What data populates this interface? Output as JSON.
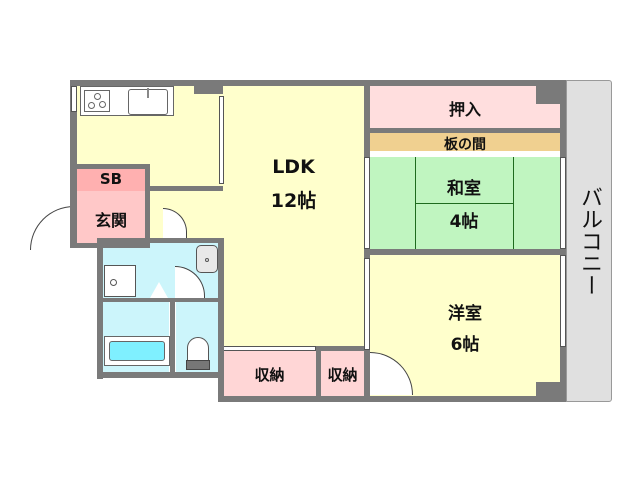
{
  "floorplan": {
    "colors": {
      "wall": "#7a7a7a",
      "ldk": "#ffffcc",
      "wet": "#ccf5fb",
      "entrance": "#ffc8c8",
      "storage": "#ffe0e0",
      "wood_floor": "#f0d090",
      "tatami": "#c0f5c0",
      "western": "#ffffcc",
      "balcony": "#e0e0e0"
    },
    "rooms": {
      "ldk": {
        "name": "LDK",
        "size": "12帖"
      },
      "sb": {
        "name": "SB"
      },
      "entrance": {
        "name": "玄関"
      },
      "oshiire": {
        "name": "押入"
      },
      "itanoma": {
        "name": "板の間"
      },
      "washitsu": {
        "name": "和室",
        "size": "4帖"
      },
      "youshitsu": {
        "name": "洋室",
        "size": "6帖"
      },
      "storage1": {
        "name": "収納"
      },
      "storage2": {
        "name": "収納"
      },
      "balcony": {
        "name": "バルコニー"
      }
    }
  }
}
